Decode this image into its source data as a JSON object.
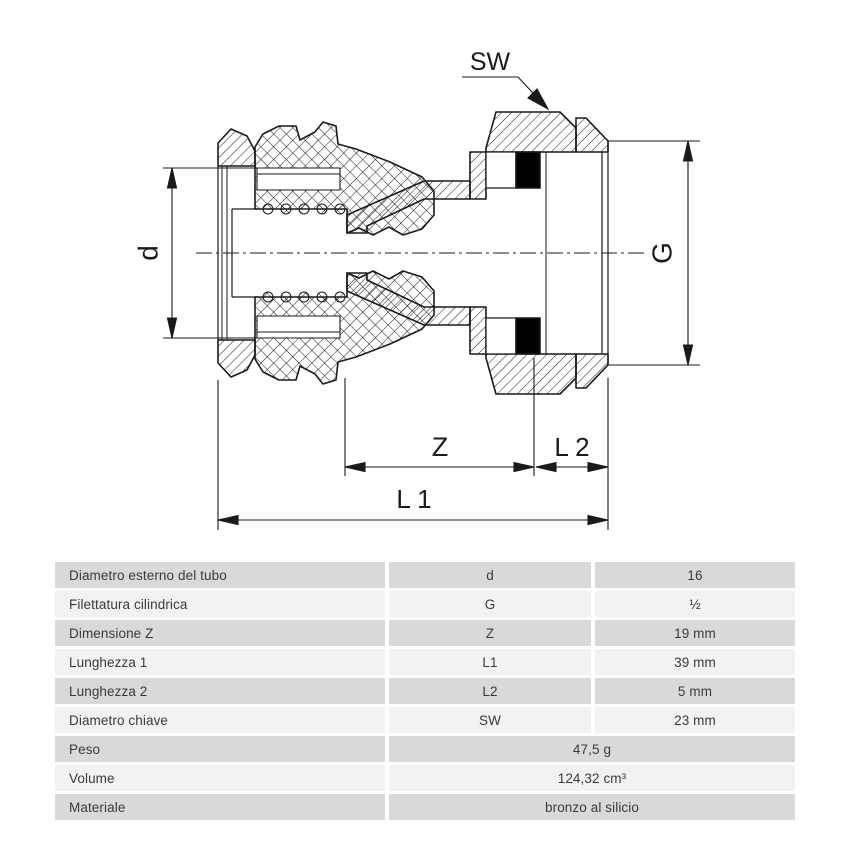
{
  "diagram": {
    "labels": {
      "sw": "SW",
      "d": "d",
      "g": "G",
      "z": "Z",
      "l1": "L 1",
      "l2": "L 2"
    },
    "colors": {
      "line": "#1a1a1a",
      "seal": "#000000"
    }
  },
  "table": {
    "colors": {
      "row_gray": "#d9d9d9",
      "row_light": "#f2f2f2",
      "text": "#3a3a3a"
    },
    "rows": [
      {
        "label": "Diametro esterno del tubo",
        "symbol": "d",
        "value": "16"
      },
      {
        "label": "Filettatura cilindrica",
        "symbol": "G",
        "value": "½"
      },
      {
        "label": "Dimensione Z",
        "symbol": "Z",
        "value": "19 mm"
      },
      {
        "label": "Lunghezza 1",
        "symbol": "L1",
        "value": "39 mm"
      },
      {
        "label": "Lunghezza 2",
        "symbol": "L2",
        "value": "5 mm"
      },
      {
        "label": "Diametro chiave",
        "symbol": "SW",
        "value": "23 mm"
      },
      {
        "label": "Peso",
        "merged": true,
        "value": "47,5 g"
      },
      {
        "label": "Volume",
        "merged": true,
        "value": "124,32 cm³"
      },
      {
        "label": "Materiale",
        "merged": true,
        "value": "bronzo al silicio"
      }
    ]
  }
}
